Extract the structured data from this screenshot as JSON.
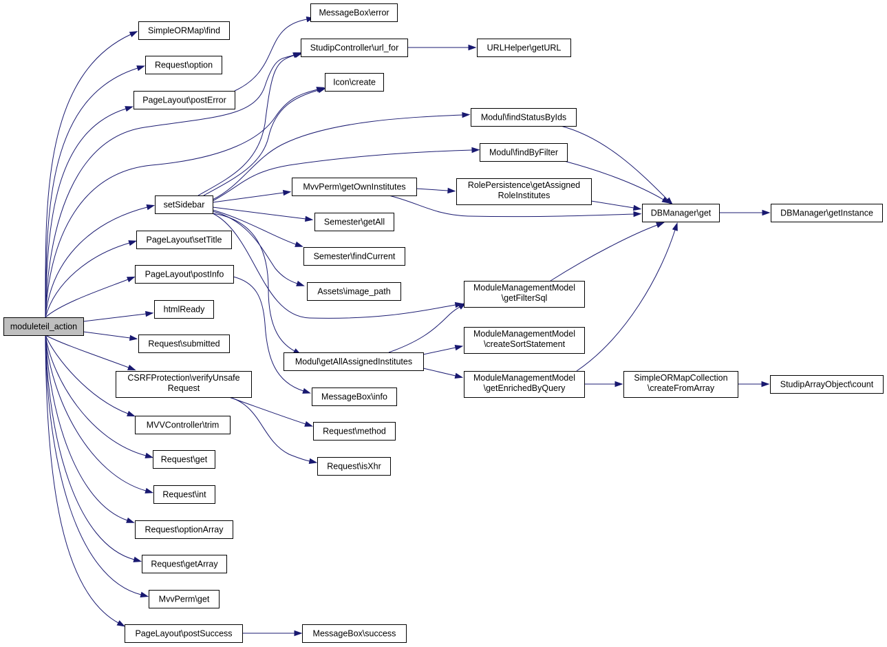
{
  "diagram": {
    "type": "call-graph",
    "colors": {
      "edge": "#191970",
      "node_border": "#000000",
      "node_fill": "#ffffff",
      "root_fill": "#bfbfbf"
    },
    "nodes": {
      "moduleteil_action": [
        "moduleteil_action"
      ],
      "simpleormap_find": [
        "SimpleORMap\\find"
      ],
      "request_option": [
        "Request\\option"
      ],
      "pagelayout_posterror": [
        "PageLayout\\postError"
      ],
      "setsidebar": [
        "setSidebar"
      ],
      "pagelayout_settitle": [
        "PageLayout\\setTitle"
      ],
      "pagelayout_postinfo": [
        "PageLayout\\postInfo"
      ],
      "htmlready": [
        "htmlReady"
      ],
      "request_submitted": [
        "Request\\submitted"
      ],
      "csrfprotection_verifyunsaferequest": [
        "CSRFProtection\\verifyUnsafe",
        "Request"
      ],
      "mvvcontroller_trim": [
        "MVVController\\trim"
      ],
      "request_get": [
        "Request\\get"
      ],
      "request_int": [
        "Request\\int"
      ],
      "request_optionarray": [
        "Request\\optionArray"
      ],
      "request_getarray": [
        "Request\\getArray"
      ],
      "mvvperm_get": [
        "MvvPerm\\get"
      ],
      "pagelayout_postsuccess": [
        "PageLayout\\postSuccess"
      ],
      "messagebox_error": [
        "MessageBox\\error"
      ],
      "studipcontroller_url_for": [
        "StudipController\\url_for"
      ],
      "icon_create": [
        "Icon\\create"
      ],
      "mvvperm_getowninstitutes": [
        "MvvPerm\\getOwnInstitutes"
      ],
      "semester_getall": [
        "Semester\\getAll"
      ],
      "semester_findcurrent": [
        "Semester\\findCurrent"
      ],
      "assets_image_path": [
        "Assets\\image_path"
      ],
      "modul_getallassignedinstitutes": [
        "Modul\\getAllAssignedInstitutes"
      ],
      "messagebox_info": [
        "MessageBox\\info"
      ],
      "request_method": [
        "Request\\method"
      ],
      "request_isxhr": [
        "Request\\isXhr"
      ],
      "messagebox_success": [
        "MessageBox\\success"
      ],
      "urlhelper_geturl": [
        "URLHelper\\getURL"
      ],
      "modul_findstatusbyids": [
        "Modul\\findStatusByIds"
      ],
      "modul_findbyfilter": [
        "Modul\\findByFilter"
      ],
      "rolepersistence_getassignedroleinstitutes": [
        "RolePersistence\\getAssigned",
        "RoleInstitutes"
      ],
      "modulemanagementmodel_getfiltersql": [
        "ModuleManagementModel",
        "\\getFilterSql"
      ],
      "modulemanagementmodel_createsortstatement": [
        "ModuleManagementModel",
        "\\createSortStatement"
      ],
      "modulemanagementmodel_getenrichedbyquery": [
        "ModuleManagementModel",
        "\\getEnrichedByQuery"
      ],
      "dbmanager_get": [
        "DBManager\\get"
      ],
      "simpleormapcollection_createfromarray": [
        "SimpleORMapCollection",
        "\\createFromArray"
      ],
      "dbmanager_getinstance": [
        "DBManager\\getInstance"
      ],
      "studiparrayobject_count": [
        "StudipArrayObject\\count"
      ]
    },
    "edges": [
      [
        "moduleteil_action",
        "simpleormap_find"
      ],
      [
        "moduleteil_action",
        "request_option"
      ],
      [
        "moduleteil_action",
        "pagelayout_posterror"
      ],
      [
        "moduleteil_action",
        "studipcontroller_url_for"
      ],
      [
        "moduleteil_action",
        "icon_create"
      ],
      [
        "moduleteil_action",
        "setsidebar"
      ],
      [
        "moduleteil_action",
        "pagelayout_settitle"
      ],
      [
        "moduleteil_action",
        "pagelayout_postinfo"
      ],
      [
        "moduleteil_action",
        "htmlready"
      ],
      [
        "moduleteil_action",
        "request_submitted"
      ],
      [
        "moduleteil_action",
        "csrfprotection_verifyunsaferequest"
      ],
      [
        "moduleteil_action",
        "mvvcontroller_trim"
      ],
      [
        "moduleteil_action",
        "request_get"
      ],
      [
        "moduleteil_action",
        "request_int"
      ],
      [
        "moduleteil_action",
        "request_optionarray"
      ],
      [
        "moduleteil_action",
        "request_getarray"
      ],
      [
        "moduleteil_action",
        "mvvperm_get"
      ],
      [
        "moduleteil_action",
        "pagelayout_postsuccess"
      ],
      [
        "pagelayout_posterror",
        "messagebox_error"
      ],
      [
        "setsidebar",
        "studipcontroller_url_for"
      ],
      [
        "setsidebar",
        "icon_create"
      ],
      [
        "setsidebar",
        "modul_findstatusbyids"
      ],
      [
        "setsidebar",
        "modul_findbyfilter"
      ],
      [
        "setsidebar",
        "mvvperm_getowninstitutes"
      ],
      [
        "setsidebar",
        "semester_getall"
      ],
      [
        "setsidebar",
        "semester_findcurrent"
      ],
      [
        "setsidebar",
        "assets_image_path"
      ],
      [
        "setsidebar",
        "modulemanagementmodel_getfiltersql"
      ],
      [
        "setsidebar",
        "modul_getallassignedinstitutes"
      ],
      [
        "pagelayout_postinfo",
        "messagebox_info"
      ],
      [
        "csrfprotection_verifyunsaferequest",
        "request_method"
      ],
      [
        "csrfprotection_verifyunsaferequest",
        "request_isxhr"
      ],
      [
        "pagelayout_postsuccess",
        "messagebox_success"
      ],
      [
        "studipcontroller_url_for",
        "urlhelper_geturl"
      ],
      [
        "mvvperm_getowninstitutes",
        "rolepersistence_getassignedroleinstitutes"
      ],
      [
        "mvvperm_getowninstitutes",
        "dbmanager_get"
      ],
      [
        "modul_getallassignedinstitutes",
        "modulemanagementmodel_getfiltersql"
      ],
      [
        "modul_getallassignedinstitutes",
        "modulemanagementmodel_createsortstatement"
      ],
      [
        "modul_getallassignedinstitutes",
        "modulemanagementmodel_getenrichedbyquery"
      ],
      [
        "modul_findstatusbyids",
        "dbmanager_get"
      ],
      [
        "modul_findbyfilter",
        "dbmanager_get"
      ],
      [
        "rolepersistence_getassignedroleinstitutes",
        "dbmanager_get"
      ],
      [
        "modulemanagementmodel_getfiltersql",
        "dbmanager_get"
      ],
      [
        "modulemanagementmodel_getenrichedbyquery",
        "dbmanager_get"
      ],
      [
        "modulemanagementmodel_getenrichedbyquery",
        "simpleormapcollection_createfromarray"
      ],
      [
        "dbmanager_get",
        "dbmanager_getinstance"
      ],
      [
        "simpleormapcollection_createfromarray",
        "studiparrayobject_count"
      ]
    ]
  }
}
